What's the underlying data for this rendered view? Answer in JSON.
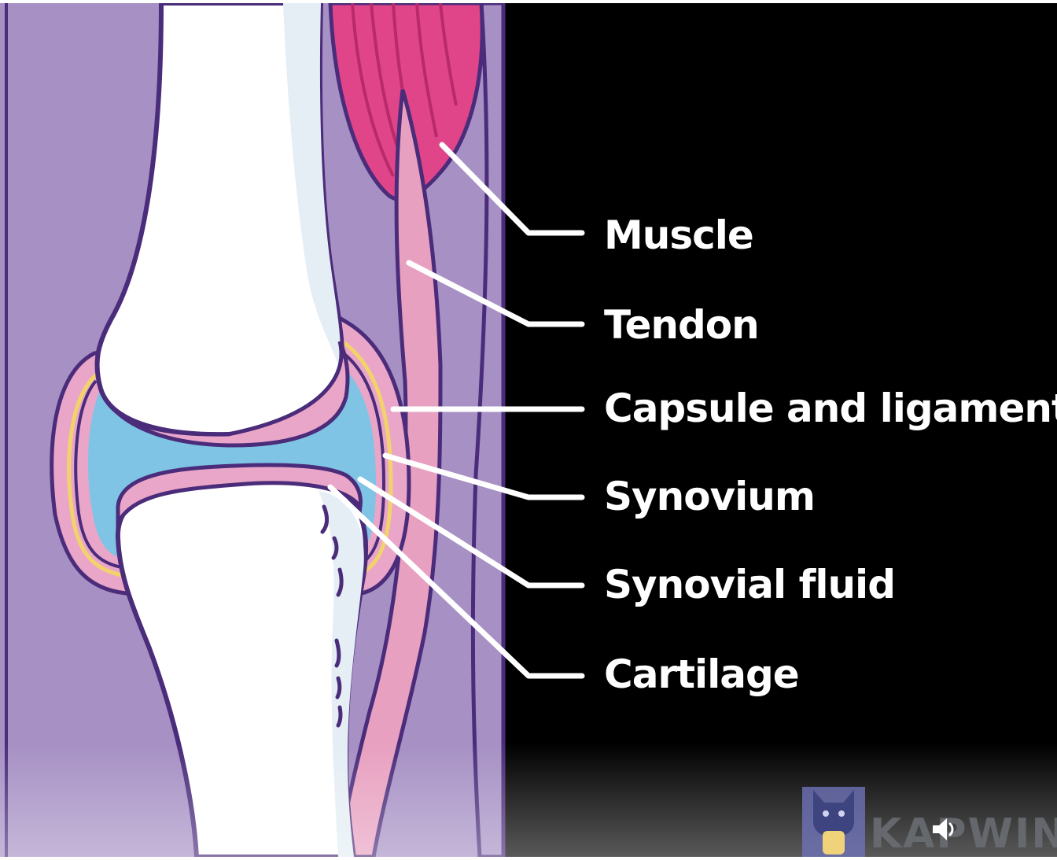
{
  "diagram": {
    "labels": {
      "muscle": "Muscle",
      "tendon": "Tendon",
      "capsule": "Capsule and ligament",
      "synovium": "Synovium",
      "fluid": "Synovial fluid",
      "cartilage": "Cartilage"
    }
  },
  "watermark": {
    "text": "KAPWIN"
  },
  "colors": {
    "background": "#000000",
    "tissue": "#a690c4",
    "bone": "#ffffff",
    "outline": "#4a2c7a",
    "muscle": "#e0458a",
    "tendon": "#e8a0c0",
    "capsule": "#e9a6c8",
    "synovium": "#f2d36b",
    "fluid": "#7fc4e4",
    "leader": "#ffffff"
  },
  "icons": {
    "watermark_logo": "cat-logo-icon",
    "audio": "speaker-icon"
  }
}
